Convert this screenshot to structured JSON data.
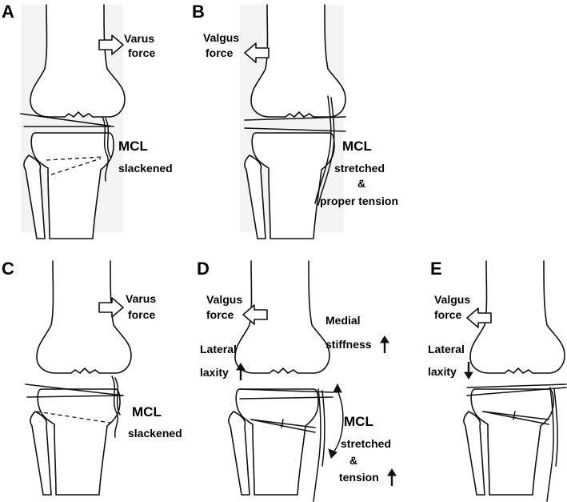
{
  "panels": {
    "A": {
      "letter": "A",
      "force_line1": "Varus",
      "force_line2": "force",
      "mcl": "MCL",
      "state": "slackened"
    },
    "B": {
      "letter": "B",
      "force_line1": "Valgus",
      "force_line2": "force",
      "mcl": "MCL",
      "state_line1": "stretched",
      "state_line2": "&",
      "state_line3": "proper tension"
    },
    "C": {
      "letter": "C",
      "force_line1": "Varus",
      "force_line2": "force",
      "mcl": "MCL",
      "state": "slackened"
    },
    "D": {
      "letter": "D",
      "force_line1": "Valgus",
      "force_line2": "force",
      "medial_line1": "Medial",
      "medial_line2": "stiffness",
      "lateral_line1": "Lateral",
      "lateral_line2": "laxity",
      "mcl": "MCL",
      "state_line1": "stretched",
      "state_line2": "&",
      "state_line3": "tension"
    },
    "E": {
      "letter": "E",
      "force_line1": "Valgus",
      "force_line2": "force",
      "lateral_line1": "Lateral",
      "lateral_line2": "laxity"
    }
  },
  "colors": {
    "line": "#111111",
    "background": "#ffffff",
    "panel_shade": "#f4f4f4"
  },
  "icons": {
    "force_arrow": "open-block-arrow-icon",
    "increase": "up-arrow-icon",
    "decrease": "down-arrow-icon",
    "bend": "curved-double-arrow-icon"
  }
}
